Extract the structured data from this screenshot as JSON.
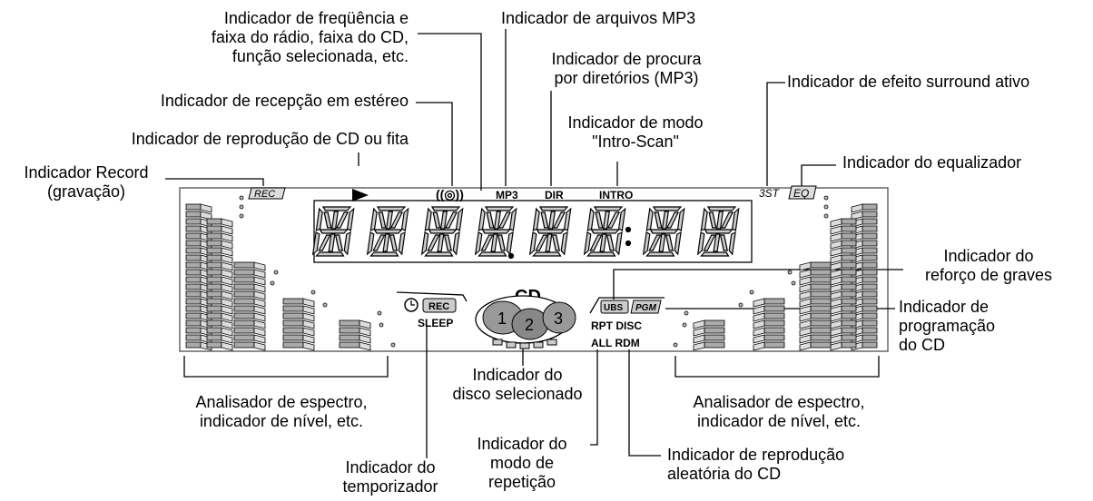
{
  "labels": {
    "freq": "Indicador de freqüência e\nfaixa do rádio, faixa do CD,\nfunção selecionada, etc.",
    "mp3": "Indicador de arquivos MP3",
    "dir": "Indicador de procura\npor diretórios (MP3)",
    "surround": "Indicador de efeito surround ativo",
    "stereo": "Indicador de recepção em estéreo",
    "intro": "Indicador de modo\n\"Intro-Scan\"",
    "play": "Indicador de reprodução de CD ou fita",
    "record": "Indicador Record\n(gravação)",
    "eq": "Indicador do equalizador",
    "bass": "Indicador do\nreforço de graves",
    "program": "Indicador de\nprogramação\ndo CD",
    "spectrum_left": "Analisador de espectro,\nindicador de nível, etc.",
    "spectrum_right": "Analisador de espectro,\nindicador de nível, etc.",
    "disc": "Indicador do\ndisco selecionado",
    "repeat": "Indicador do\nmodo de\nrepetição",
    "timer": "Indicador do\ntemporizador",
    "random": "Indicador de reprodução\naleatória do CD"
  },
  "display": {
    "rec_top": "REC",
    "mp3": "MP3",
    "dir": "DIR",
    "intro": "INTRO",
    "st": "3ST",
    "eq": "EQ",
    "rec_timer": "REC",
    "sleep": "SLEEP",
    "cd": "CD",
    "disc1": "1",
    "disc2": "2",
    "disc3": "3",
    "ubs": "UBS",
    "pgm": "PGM",
    "rpt_disc": "RPT DISC",
    "all_rdm": "ALL RDM",
    "stereo_symbol": "((◎))"
  },
  "icons": [
    "play-icon",
    "clock-icon",
    "stereo-icon"
  ]
}
